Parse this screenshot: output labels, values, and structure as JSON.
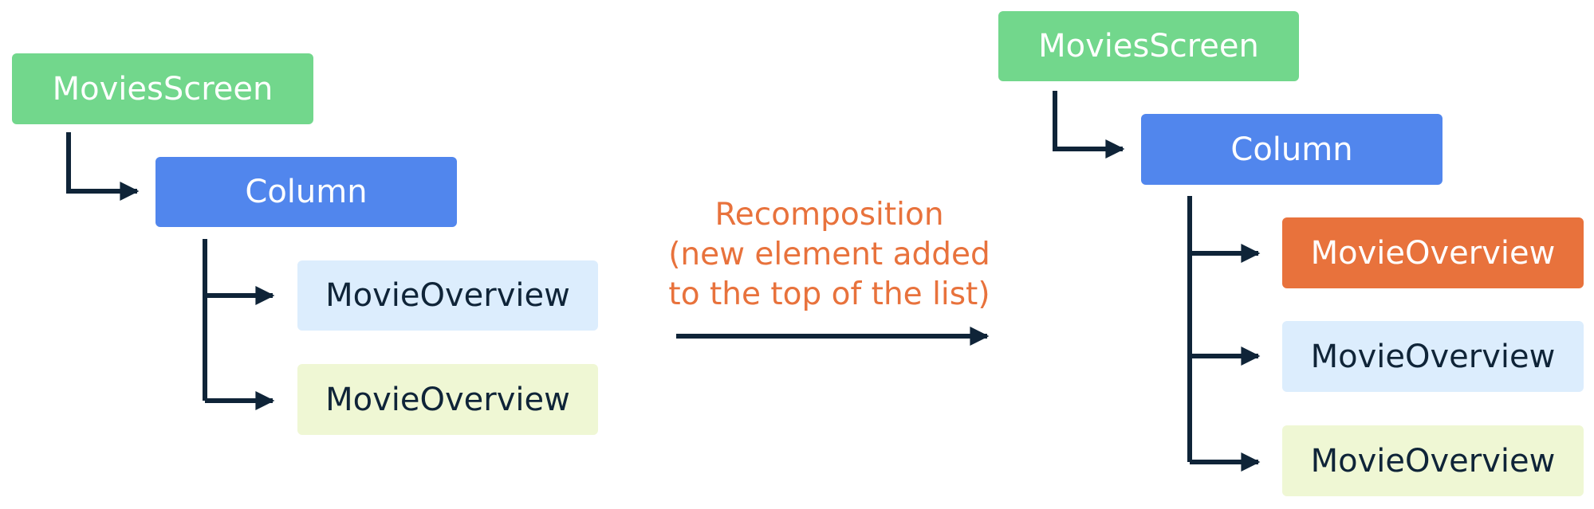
{
  "diagram": {
    "before": {
      "root": "MoviesScreen",
      "column": "Column",
      "items": [
        "MovieOverview",
        "MovieOverview"
      ]
    },
    "transition": {
      "lines": [
        "Recomposition",
        "(new element added",
        "to the top of the list)"
      ]
    },
    "after": {
      "root": "MoviesScreen",
      "column": "Column",
      "items": [
        "MovieOverview",
        "MovieOverview",
        "MovieOverview"
      ]
    }
  },
  "colors": {
    "root": "#72d78c",
    "column": "#5186ed",
    "item_a": "#dcedfd",
    "item_b": "#eff7d4",
    "new_item": "#e8723c",
    "connector": "#0f2438",
    "caption": "#e8723c"
  }
}
